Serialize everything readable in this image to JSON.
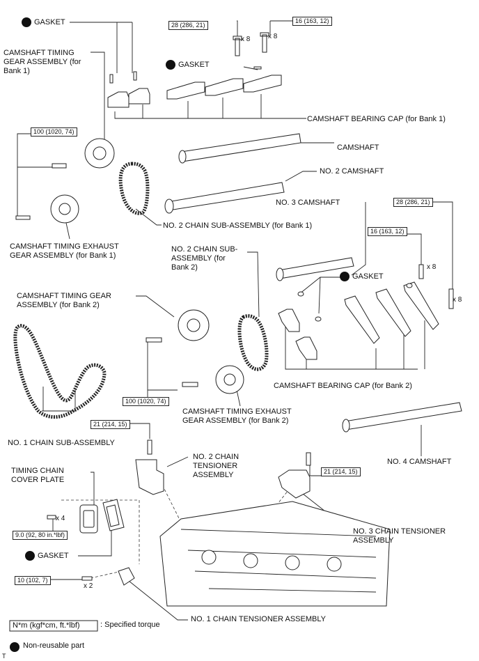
{
  "labels": {
    "gasket_top": "GASKET",
    "gasket_mid": "GASKET",
    "gasket_bank2": "GASKET",
    "gasket_cover": "GASKET",
    "cam_timing_gear_b1": "CAMSHAFT TIMING\nGEAR ASSEMBLY (for\nBank 1)",
    "cam_bearing_cap_b1": "CAMSHAFT BEARING CAP (for Bank 1)",
    "camshaft": "CAMSHAFT",
    "no2_camshaft": "NO. 2 CAMSHAFT",
    "no3_camshaft": "NO. 3 CAMSHAFT",
    "no2_chain_b1": "NO. 2 CHAIN SUB-ASSEMBLY (for Bank 1)",
    "cam_exhaust_gear_b1": "CAMSHAFT TIMING EXHAUST\nGEAR ASSEMBLY (for Bank 1)",
    "no2_chain_b2": "NO. 2 CHAIN SUB-\nASSEMBLY (for\nBank 2)",
    "cam_timing_gear_b2": "CAMSHAFT TIMING GEAR\nASSEMBLY (for Bank 2)",
    "cam_bearing_cap_b2": "CAMSHAFT BEARING CAP (for Bank 2)",
    "cam_exhaust_gear_b2": "CAMSHAFT TIMING EXHAUST\nGEAR ASSEMBLY (for Bank 2)",
    "no1_chain": "NO. 1 CHAIN SUB-ASSEMBLY",
    "no4_camshaft": "NO. 4 CAMSHAFT",
    "no2_tensioner": "NO. 2 CHAIN\nTENSIONER\nASSEMBLY",
    "timing_cover_plate": "TIMING CHAIN\nCOVER PLATE",
    "no3_tensioner": "NO. 3 CHAIN TENSIONER\nASSEMBLY",
    "no1_tensioner": "NO. 1 CHAIN TENSIONER ASSEMBLY"
  },
  "torques": {
    "t1": "28 (286, 21)",
    "t2": "16 (163, 12)",
    "t3": "100 (1020, 74)",
    "t4": "28 (286, 21)",
    "t5": "16 (163, 12)",
    "t6": "100 (1020, 74)",
    "t7": "21 (214, 15)",
    "t8": "21 (214, 15)",
    "t9": "9.0 (92, 80 in.*lbf)",
    "t10": "10 (102, 7)"
  },
  "multipliers": {
    "m1": "x 8",
    "m2": "x 8",
    "m3": "x 8",
    "m4": "x 8",
    "m5": "x 4",
    "m6": "x 2"
  },
  "legend": {
    "torque_unit": "N*m (kgf*cm, ft.*lbf)",
    "torque_desc": ": Specified torque",
    "nonreusable": "Non-reusable part",
    "corner_mark": "T"
  }
}
